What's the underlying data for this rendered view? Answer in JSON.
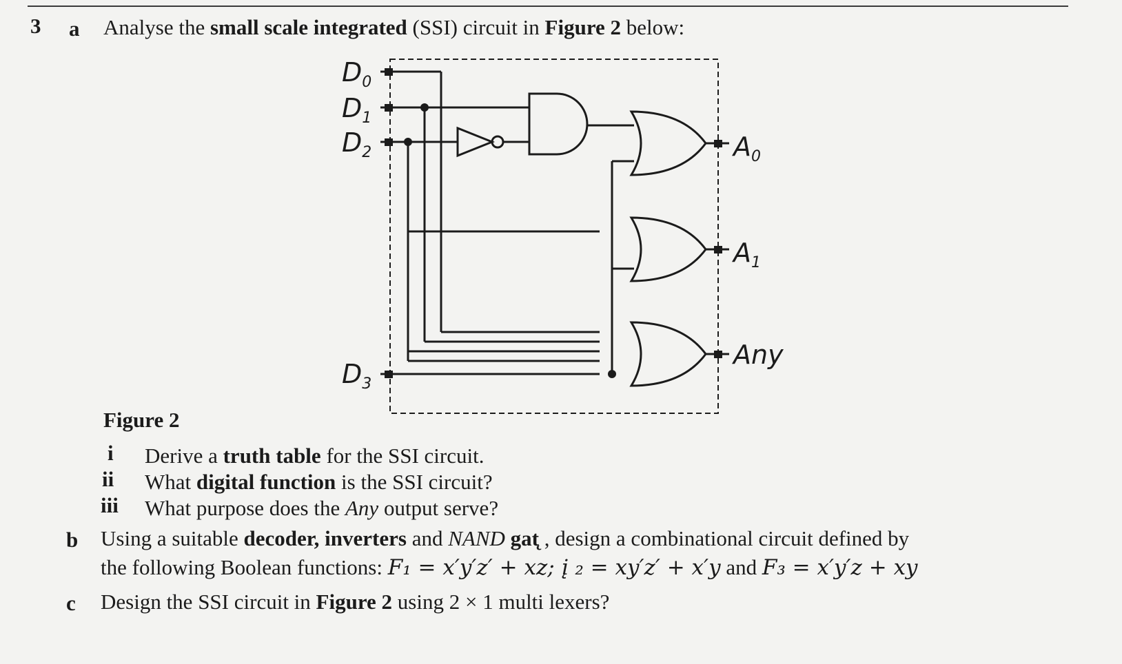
{
  "question": {
    "number": "3",
    "part_a": {
      "label": "a",
      "text_1": "Analyse the ",
      "text_2": "small scale integrated",
      "text_3": " (SSI) circuit in ",
      "text_4": "Figure 2",
      "text_5": " below:"
    },
    "figure": {
      "caption": "Figure 2",
      "inputs": [
        "D",
        "D",
        "D",
        "D"
      ],
      "input_subs": [
        "0",
        "1",
        "2",
        "3"
      ],
      "outputs": [
        "A",
        "A",
        "Any"
      ],
      "output_subs": [
        "0",
        "1",
        ""
      ]
    },
    "subparts": [
      {
        "label": "i",
        "text_1": "Derive a ",
        "bold": "truth table",
        "text_2": " for the SSI circuit."
      },
      {
        "label": "ii",
        "text_1": "What ",
        "bold": "digital function",
        "text_2": " is the SSI circuit?"
      },
      {
        "label": "iii",
        "text_1": "What purpose does the ",
        "italic": "Any",
        "text_2": " output serve?"
      }
    ],
    "part_b": {
      "label": "b",
      "line1_1": "Using a suitable ",
      "line1_bold": "decoder, inverters",
      "line1_2": " and ",
      "line1_italic": "NAND",
      "line1_bold2": " gat̨",
      "line1_3": " , design a combinational circuit defined by",
      "line2_1": "the following Boolean functions: ",
      "line2_f1": "F₁ = x′y′z′ + xz; į ₂ = xy′z′ + x′y",
      "line2_and": " and ",
      "line2_f3": "F₃ = x′y′z + xy"
    },
    "part_c": {
      "label": "c",
      "text_1": "Design the SSI circuit in ",
      "bold": "Figure 2",
      "text_2": " using 2 × 1 multi  lexers?"
    }
  }
}
